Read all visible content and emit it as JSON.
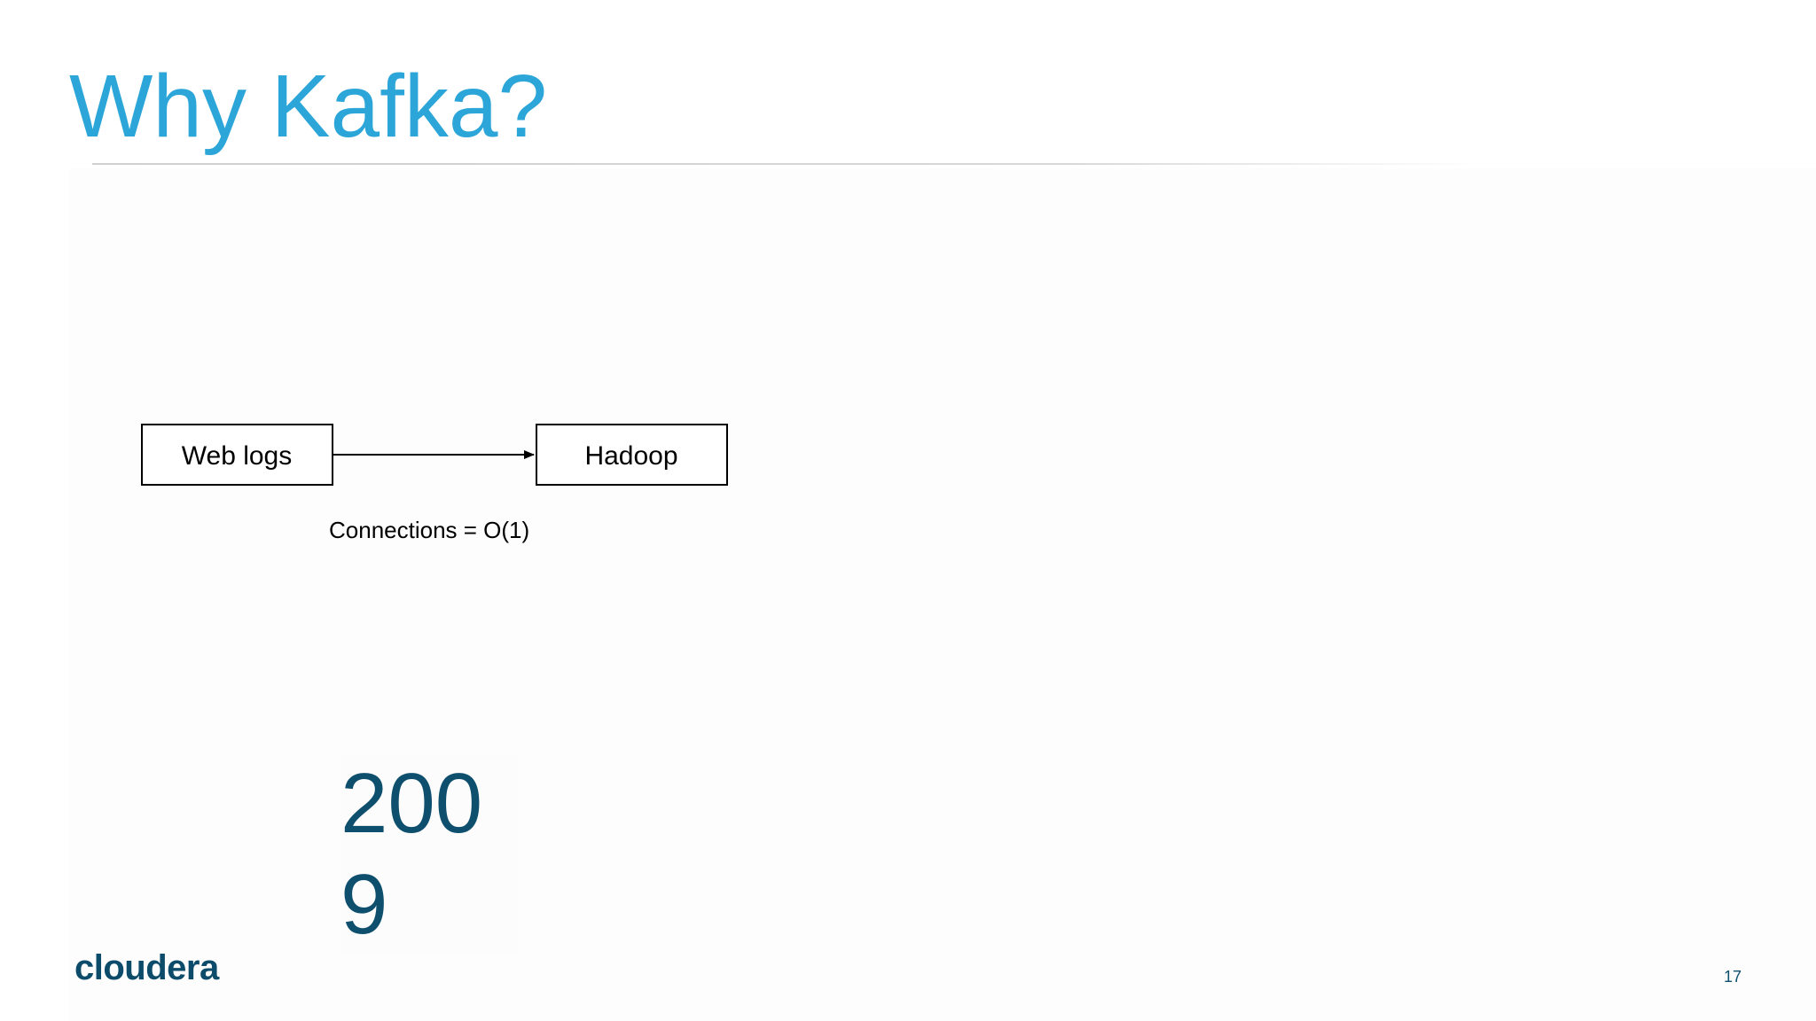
{
  "slide": {
    "title": "Why Kafka?",
    "page_number": "17",
    "logo_text": "cloudera",
    "year": "2009"
  },
  "diagram": {
    "nodes": [
      {
        "id": "web-logs",
        "label": "Web logs"
      },
      {
        "id": "hadoop",
        "label": "Hadoop"
      }
    ],
    "edges": [
      {
        "from": "web-logs",
        "to": "hadoop",
        "label": "Connections = O(1)"
      }
    ]
  },
  "colors": {
    "title": "#2ca6d8",
    "brand": "#0d4b6b",
    "year": "#0e4f6e"
  }
}
